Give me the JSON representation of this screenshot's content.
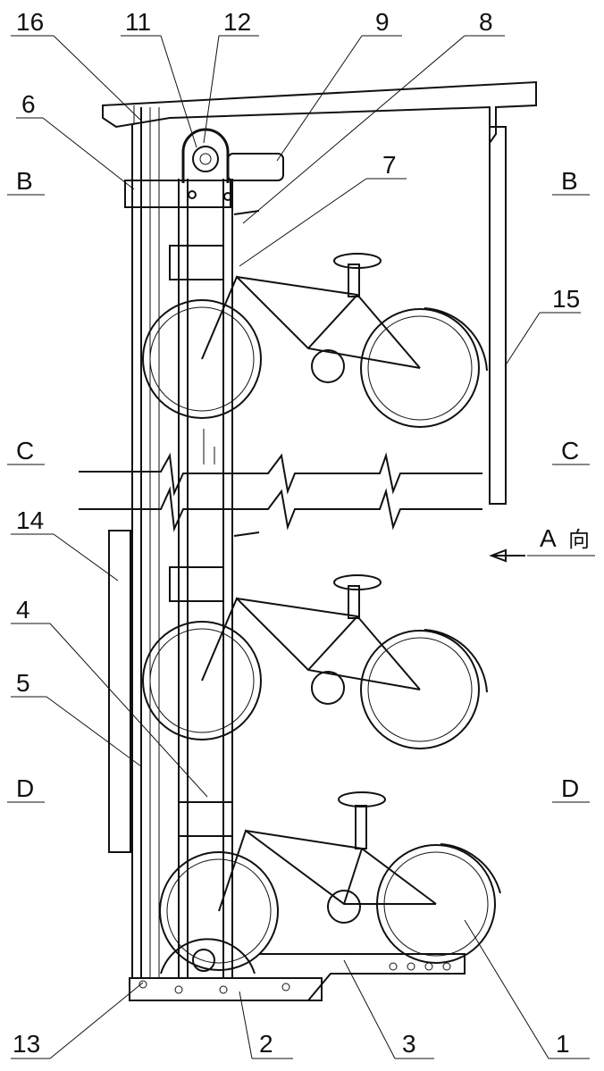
{
  "part_labels": {
    "p1": "1",
    "p2": "2",
    "p3": "3",
    "p4": "4",
    "p5": "5",
    "p6": "6",
    "p7": "7",
    "p8": "8",
    "p9": "9",
    "p11": "11",
    "p12": "12",
    "p13": "13",
    "p14": "14",
    "p15": "15",
    "p16": "16"
  },
  "section_marks": {
    "b_left": "B",
    "b_right": "B",
    "c_left": "C",
    "c_right": "C",
    "d_left": "D",
    "d_right": "D"
  },
  "view_direction": {
    "label": "A",
    "suffix": "向"
  }
}
